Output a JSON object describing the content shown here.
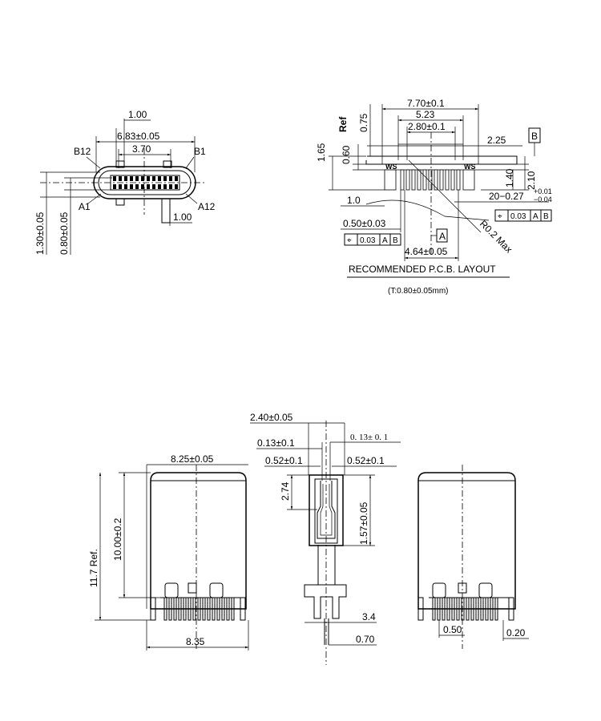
{
  "front_view": {
    "dim_top_pitch": "1.00",
    "dim_width": "6.83±0.05",
    "dim_inner": "3.70",
    "label_b12": "B12",
    "label_b1": "B1",
    "label_a1": "A1",
    "label_a12": "A12",
    "dim_bottom_pitch": "1.00",
    "dim_height_outer": "1.30±0.05",
    "dim_height_inner": "0.80±0.05"
  },
  "pcb_layout": {
    "dim_overall": "7.70±0.1",
    "dim_523": "5.23",
    "dim_280": "2.80±0.1",
    "dim_075": "0.75",
    "dim_ref": "Ref",
    "dim_060": "0.60",
    "dim_165": "1.65",
    "dim_225": "2.25",
    "datum_b": "B",
    "dim_210": "2.10",
    "dim_140": "1.40",
    "dim_pads": "20−0.27",
    "dim_pads_tol_plus": "+0.01",
    "dim_pads_tol_minus": "−0.04",
    "dim_10": "1.0",
    "dim_050": "0.50±0.03",
    "dim_464": "4.64±0.05",
    "datum_a": "A",
    "radius": "R0.2 Max",
    "gtol_symbol": "⌖",
    "gtol_value": "0.03",
    "gtol_a": "A",
    "gtol_b": "B",
    "pad_label_left": "WS",
    "pad_label_right": "WS",
    "title": "RECOMMENDED    P.C.B.  LAYOUT",
    "thickness": "(T:0.80±0.05mm)"
  },
  "bottom_views": {
    "dim_825": "8.25±0.05",
    "dim_1000": "10.00±0.2",
    "dim_117": "11.7 Ref.",
    "dim_835": "8.35",
    "dim_240": "2.40±0.05",
    "dim_013a": "0.13±0.1",
    "dim_013b": "0. 13± 0. 1",
    "dim_052a": "0.52±0.1",
    "dim_052b": "0.52±0.1",
    "dim_274": "2.74",
    "dim_157": "1.57±0.05",
    "dim_34": "3.4",
    "dim_070": "0.70",
    "dim_050": "0.50",
    "dim_020": "0.20"
  }
}
